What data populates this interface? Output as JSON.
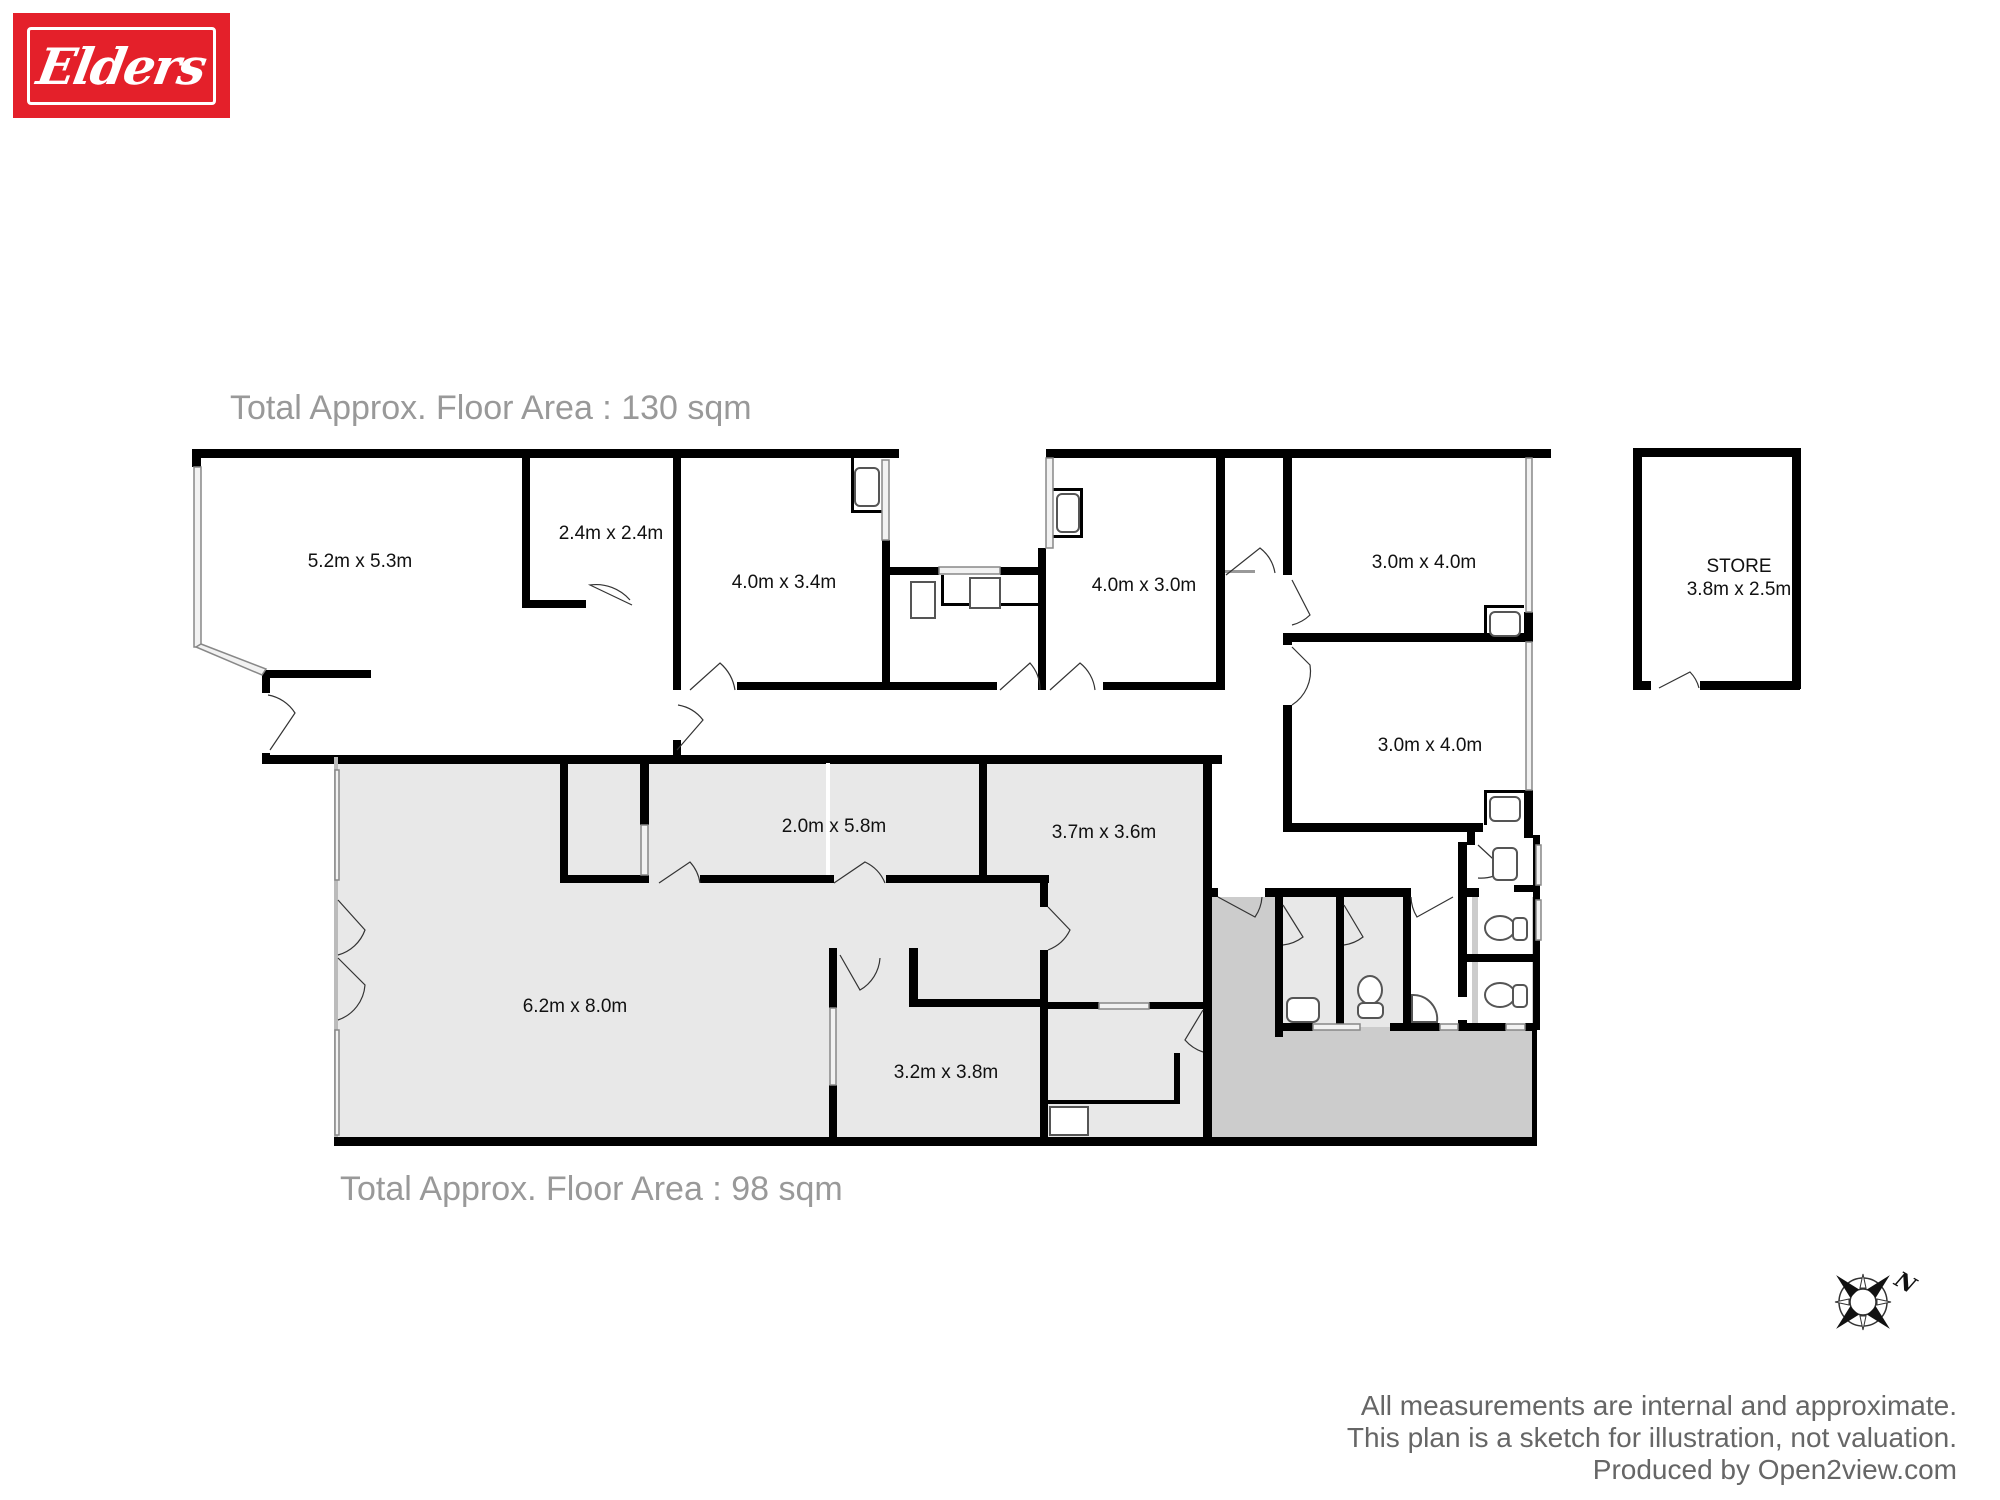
{
  "brand": {
    "logo_text": "Elders",
    "color": "#e4202a"
  },
  "floor_areas": {
    "top": "Total Approx. Floor Area : 130 sqm",
    "bottom": "Total Approx. Floor Area : 98 sqm"
  },
  "rooms": [
    {
      "id": "r1",
      "label": "5.2m x 5.3m"
    },
    {
      "id": "r2",
      "label": "2.4m x 2.4m"
    },
    {
      "id": "r3",
      "label": "4.0m x 3.4m"
    },
    {
      "id": "r4",
      "label": "4.0m x 3.0m"
    },
    {
      "id": "r5",
      "label": "3.0m x 4.0m"
    },
    {
      "id": "r6",
      "label": "3.0m x 4.0m"
    },
    {
      "id": "r7",
      "label": "2.0m x 5.8m"
    },
    {
      "id": "r8",
      "label": "3.7m x 3.6m"
    },
    {
      "id": "r9",
      "label": "6.2m x 8.0m"
    },
    {
      "id": "r10",
      "label": "3.2m x 3.8m"
    }
  ],
  "store": {
    "title": "STORE",
    "label": "3.8m x 2.5m"
  },
  "compass": {
    "icon": "compass-rose-icon",
    "north_label": "N"
  },
  "disclaimer": [
    "All measurements are internal and approximate.",
    "This plan is a sketch for illustration, not valuation.",
    "Produced by Open2view.com"
  ],
  "colors": {
    "wall": "#000000",
    "floor_lower": "#e8e8e8",
    "courtyard": "#cccccc",
    "text_grey": "#999999"
  }
}
